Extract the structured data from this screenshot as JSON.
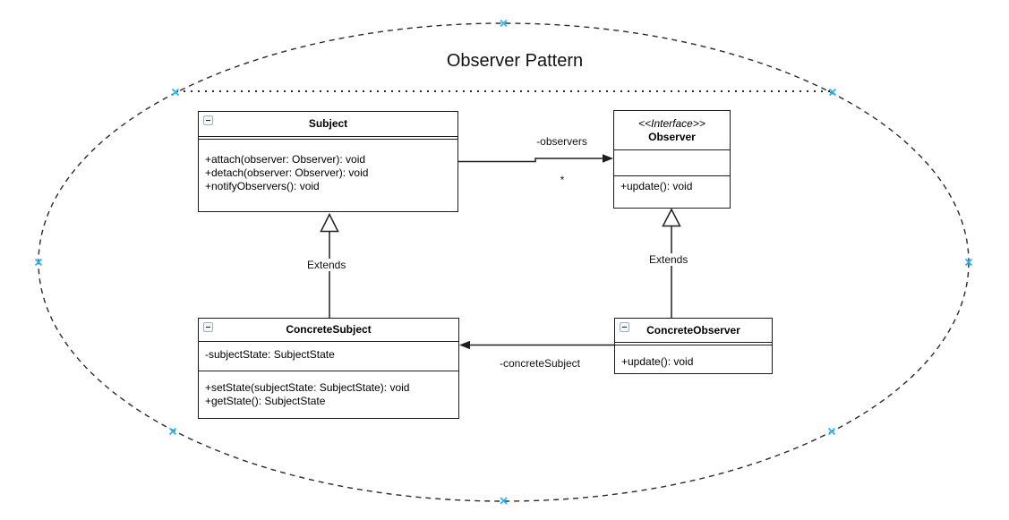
{
  "diagram": {
    "title": "Observer Pattern",
    "classes": {
      "subject": {
        "name": "Subject",
        "methods": [
          "+attach(observer: Observer): void",
          "+detach(observer: Observer): void",
          "+notifyObservers(): void"
        ]
      },
      "observer": {
        "stereotype": "<<Interface>>",
        "name": "Observer",
        "methods": [
          "+update(): void"
        ]
      },
      "concrete_subject": {
        "name": "ConcreteSubject",
        "attributes": [
          "-subjectState: SubjectState"
        ],
        "methods": [
          "+setState(subjectState: SubjectState): void",
          "+getState(): SubjectState"
        ]
      },
      "concrete_observer": {
        "name": "ConcreteObserver",
        "methods": [
          "+update(): void"
        ]
      }
    },
    "edges": {
      "observers_label": "-observers",
      "observers_multiplicity": "*",
      "concrete_subject_label": "-concreteSubject",
      "extends_left_label": "Extends",
      "extends_right_label": "Extends"
    }
  },
  "colors": {
    "stroke": "#1b1b1b",
    "connection_point": "#29b6f2"
  }
}
